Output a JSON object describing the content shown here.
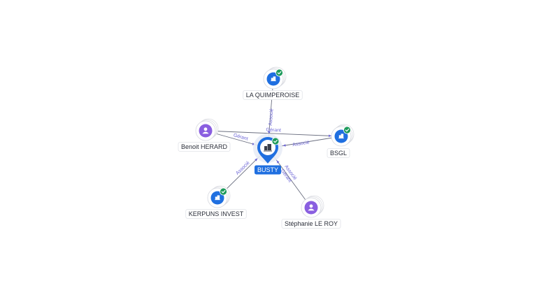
{
  "graph": {
    "center": {
      "label": "BUSTY",
      "kind": "company",
      "verified": true
    },
    "nodes": [
      {
        "id": "laq",
        "label": "LA QUIMPEROISE",
        "kind": "company",
        "verified": true
      },
      {
        "id": "bsgl",
        "label": "BSGL",
        "kind": "company",
        "verified": true
      },
      {
        "id": "benoit",
        "label": "Benoit HERARD",
        "kind": "person",
        "verified": false
      },
      {
        "id": "kerpuns",
        "label": "KERPUNS INVEST",
        "kind": "company",
        "verified": true
      },
      {
        "id": "stephanie",
        "label": "Stéphanie LE ROY",
        "kind": "person",
        "verified": false
      }
    ],
    "edges": [
      {
        "from": "laq",
        "labels": [
          "Associé"
        ]
      },
      {
        "from": "bsgl",
        "labels": [
          "Associé"
        ]
      },
      {
        "from": "benoit",
        "labels": [
          "Gérant"
        ]
      },
      {
        "from": "kerpuns",
        "labels": [
          "Associé"
        ]
      },
      {
        "from": "stephanie",
        "labels": [
          "Gérant",
          "Associé"
        ]
      },
      {
        "from": "benoit",
        "to": "bsgl",
        "labels": [
          "Gérant"
        ]
      }
    ]
  },
  "icons": {
    "company": "building-icon",
    "person": "person-icon",
    "verified": "check-icon"
  },
  "colors": {
    "company": "#1f6fe0",
    "person": "#8a5fe0",
    "verified": "#1c9a5a",
    "edge_label": "#6d66d6"
  }
}
